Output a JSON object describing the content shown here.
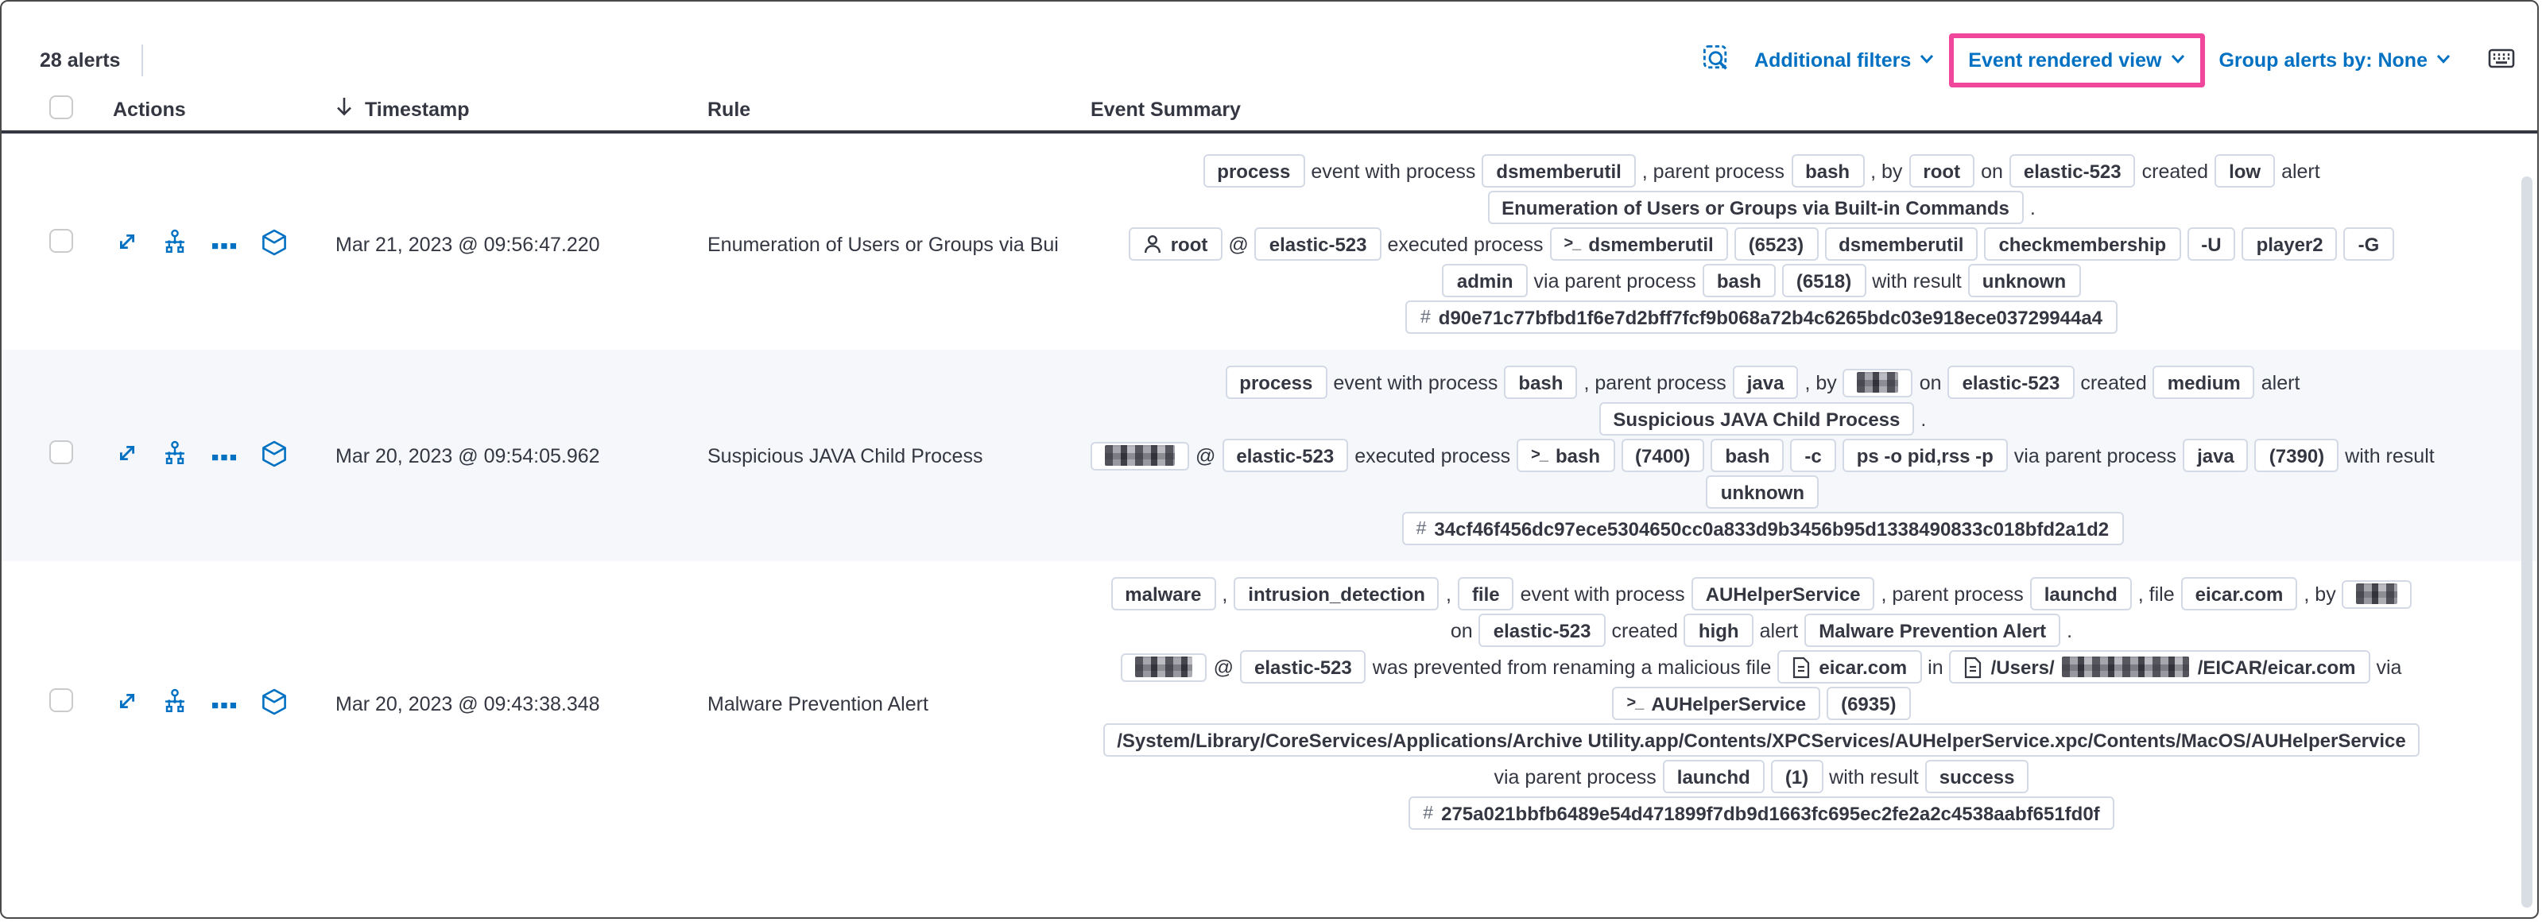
{
  "colors": {
    "accent_blue": "#0071c2",
    "annotation_pink": "#f0479c",
    "text": "#343741",
    "badge_border": "#d3dae6",
    "stripe_row_bg": "#f5f7fa"
  },
  "toolbar": {
    "alert_count": "28 alerts",
    "inspect_icon": "inspect-icon",
    "additional_filters_label": "Additional filters",
    "view_selector_label": "Event rendered view",
    "group_alerts_label": "Group alerts by: None",
    "keyboard_icon": "keyboard-icon"
  },
  "table": {
    "headers": {
      "actions": "Actions",
      "timestamp": "Timestamp",
      "rule": "Rule",
      "event_summary": "Event Summary"
    },
    "sort_icon": "arrow-down",
    "rows": [
      {
        "striped": false,
        "timestamp": "Mar 21, 2023 @ 09:56:47.220",
        "rule": "Enumeration of Users or Groups via Bui",
        "summary": [
          [
            {
              "badge": [
                {
                  "text": "process"
                }
              ]
            },
            {
              "text": "event with process"
            },
            {
              "badge": [
                {
                  "text": "dsmemberutil"
                }
              ]
            },
            {
              "text": ", parent process"
            },
            {
              "badge": [
                {
                  "text": "bash"
                }
              ]
            },
            {
              "text": ", by"
            },
            {
              "badge": [
                {
                  "text": "root"
                }
              ]
            },
            {
              "text": "on"
            },
            {
              "badge": [
                {
                  "text": "elastic-523"
                }
              ]
            },
            {
              "text": "created"
            },
            {
              "badge": [
                {
                  "text": "low"
                }
              ]
            },
            {
              "text": "alert"
            }
          ],
          [
            {
              "badge": [
                {
                  "text": "Enumeration of Users or Groups via Built-in Commands"
                }
              ]
            },
            {
              "text": "."
            }
          ],
          [
            {
              "badge": [
                {
                  "text": "root"
                }
              ],
              "icon": "user"
            },
            {
              "text": "@"
            },
            {
              "badge": [
                {
                  "text": "elastic-523"
                }
              ]
            },
            {
              "text": "executed process"
            },
            {
              "badge": [
                {
                  "text": "dsmemberutil"
                }
              ],
              "icon": "terminal"
            },
            {
              "badge": [
                {
                  "text": "(6523)"
                }
              ]
            },
            {
              "badge": [
                {
                  "text": "dsmemberutil"
                }
              ]
            },
            {
              "badge": [
                {
                  "text": "checkmembership"
                }
              ]
            },
            {
              "badge": [
                {
                  "text": "-U"
                }
              ]
            },
            {
              "badge": [
                {
                  "text": "player2"
                }
              ]
            },
            {
              "badge": [
                {
                  "text": "-G"
                }
              ]
            }
          ],
          [
            {
              "badge": [
                {
                  "text": "admin"
                }
              ]
            },
            {
              "text": "via parent process"
            },
            {
              "badge": [
                {
                  "text": "bash"
                }
              ]
            },
            {
              "badge": [
                {
                  "text": "(6518)"
                }
              ]
            },
            {
              "text": "with result"
            },
            {
              "badge": [
                {
                  "text": "unknown"
                }
              ]
            }
          ],
          [
            {
              "badge": [
                {
                  "text": "d90e71c77bfbd1f6e7d2bff7fcf9b068a72b4c6265bdc03e918ece03729944a4"
                }
              ],
              "icon": "hash"
            }
          ]
        ]
      },
      {
        "striped": true,
        "timestamp": "Mar 20, 2023 @ 09:54:05.962",
        "rule": "Suspicious JAVA Child Process",
        "summary": [
          [
            {
              "badge": [
                {
                  "text": "process"
                }
              ]
            },
            {
              "text": "event with process"
            },
            {
              "badge": [
                {
                  "text": "bash"
                }
              ]
            },
            {
              "text": ", parent process"
            },
            {
              "badge": [
                {
                  "text": "java"
                }
              ]
            },
            {
              "text": ", by"
            },
            {
              "badge": [
                {
                  "redact": 26
                }
              ]
            },
            {
              "text": "on"
            },
            {
              "badge": [
                {
                  "text": "elastic-523"
                }
              ]
            },
            {
              "text": "created"
            },
            {
              "badge": [
                {
                  "text": "medium"
                }
              ]
            },
            {
              "text": "alert"
            }
          ],
          [
            {
              "badge": [
                {
                  "text": "Suspicious JAVA Child Process"
                }
              ]
            },
            {
              "text": "."
            }
          ],
          [
            {
              "badge": [
                {
                  "redact": 44
                }
              ]
            },
            {
              "text": "@"
            },
            {
              "badge": [
                {
                  "text": "elastic-523"
                }
              ]
            },
            {
              "text": "executed process"
            },
            {
              "badge": [
                {
                  "text": "bash"
                }
              ],
              "icon": "terminal"
            },
            {
              "badge": [
                {
                  "text": "(7400)"
                }
              ]
            },
            {
              "badge": [
                {
                  "text": "bash"
                }
              ]
            },
            {
              "badge": [
                {
                  "text": "-c"
                }
              ]
            },
            {
              "badge": [
                {
                  "text": "ps -o pid,rss -p"
                }
              ]
            },
            {
              "text": "via parent process"
            },
            {
              "badge": [
                {
                  "text": "java"
                }
              ]
            },
            {
              "badge": [
                {
                  "text": "(7390)"
                }
              ]
            },
            {
              "text": "with result"
            }
          ],
          [
            {
              "badge": [
                {
                  "text": "unknown"
                }
              ]
            }
          ],
          [
            {
              "badge": [
                {
                  "text": "34cf46f456dc97ece5304650cc0a833d9b3456b95d1338490833c018bfd2a1d2"
                }
              ],
              "icon": "hash"
            }
          ]
        ]
      },
      {
        "striped": false,
        "timestamp": "Mar 20, 2023 @ 09:43:38.348",
        "rule": "Malware Prevention Alert",
        "summary": [
          [
            {
              "badge": [
                {
                  "text": "malware"
                }
              ]
            },
            {
              "text": ","
            },
            {
              "badge": [
                {
                  "text": "intrusion_detection"
                }
              ]
            },
            {
              "text": ","
            },
            {
              "badge": [
                {
                  "text": "file"
                }
              ]
            },
            {
              "text": "event with process"
            },
            {
              "badge": [
                {
                  "text": "AUHelperService"
                }
              ]
            },
            {
              "text": ", parent process"
            },
            {
              "badge": [
                {
                  "text": "launchd"
                }
              ]
            },
            {
              "text": ", file"
            },
            {
              "badge": [
                {
                  "text": "eicar.com"
                }
              ]
            },
            {
              "text": ", by"
            },
            {
              "badge": [
                {
                  "redact": 26
                }
              ]
            }
          ],
          [
            {
              "text": "on"
            },
            {
              "badge": [
                {
                  "text": "elastic-523"
                }
              ]
            },
            {
              "text": "created"
            },
            {
              "badge": [
                {
                  "text": "high"
                }
              ]
            },
            {
              "text": "alert"
            },
            {
              "badge": [
                {
                  "text": "Malware Prevention Alert"
                }
              ]
            },
            {
              "text": "."
            }
          ],
          [
            {
              "badge": [
                {
                  "redact": 36
                }
              ]
            },
            {
              "text": "@"
            },
            {
              "badge": [
                {
                  "text": "elastic-523"
                }
              ]
            },
            {
              "text": "was prevented from renaming a malicious file"
            },
            {
              "badge": [
                {
                  "text": "eicar.com"
                }
              ],
              "icon": "doc"
            },
            {
              "text": "in"
            },
            {
              "badge": [
                {
                  "text": "/Users/"
                },
                {
                  "redact": 80
                },
                {
                  "text": "/EICAR/eicar.com"
                }
              ],
              "icon": "doc"
            },
            {
              "text": "via"
            }
          ],
          [
            {
              "badge": [
                {
                  "text": "AUHelperService"
                }
              ],
              "icon": "terminal"
            },
            {
              "badge": [
                {
                  "text": "(6935)"
                }
              ]
            }
          ],
          [
            {
              "badge": [
                {
                  "text": "/System/Library/CoreServices/Applications/Archive Utility.app/Contents/XPCServices/AUHelperService.xpc/Contents/MacOS/AUHelperService"
                }
              ]
            }
          ],
          [
            {
              "text": "via parent process"
            },
            {
              "badge": [
                {
                  "text": "launchd"
                }
              ]
            },
            {
              "badge": [
                {
                  "text": "(1)"
                }
              ]
            },
            {
              "text": "with result"
            },
            {
              "badge": [
                {
                  "text": "success"
                }
              ]
            }
          ],
          [
            {
              "badge": [
                {
                  "text": "275a021bbfb6489e54d471899f7db9d1663fc695ec2fe2a2c4538aabf651fd0f"
                }
              ],
              "icon": "hash"
            }
          ]
        ]
      }
    ]
  }
}
